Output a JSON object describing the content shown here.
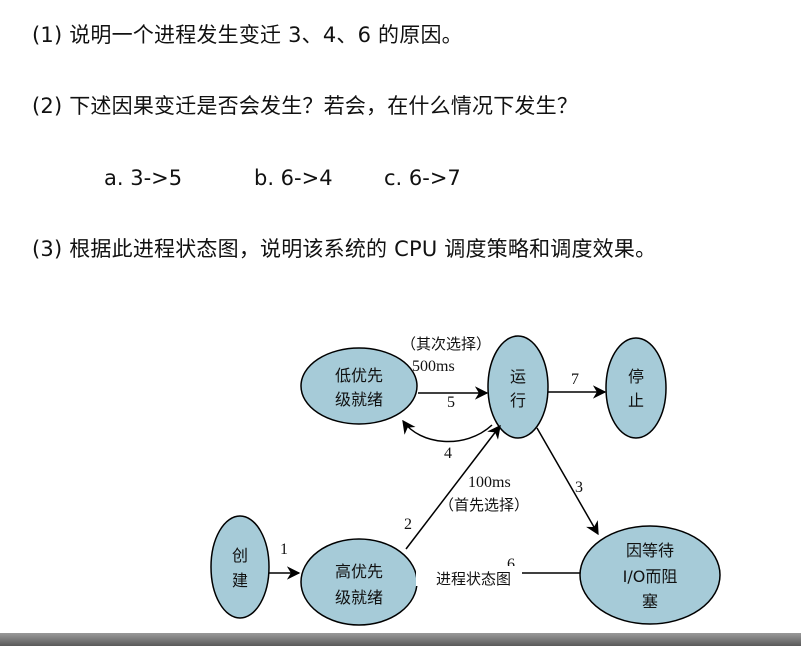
{
  "questions": [
    "(1) 说明一个进程发生变迁 3、4、6 的原因。",
    "(2) 下述因果变迁是否会发生？若会，在什么情况下发生？",
    "(3) 根据此进程状态图，说明该系统的 CPU 调度策略和调度效果。"
  ],
  "options": [
    "a. 3->5",
    "b. 6->4",
    "c. 6->7"
  ],
  "diagram": {
    "nodes": {
      "low_ready": [
        "低优先",
        "级就绪"
      ],
      "running": [
        "运",
        "行"
      ],
      "stop": [
        "停",
        "止"
      ],
      "create": [
        "创",
        "建"
      ],
      "high_ready": [
        "高优先",
        "级就绪"
      ],
      "blocked": [
        "因等待",
        "I/O而阻",
        "塞"
      ]
    },
    "transitions": {
      "t1": "1",
      "t2": "2",
      "t3": "3",
      "t4": "4",
      "t5": "5",
      "t6": "6",
      "t7": "7"
    },
    "notes": {
      "second_choice": "（其次选择）",
      "time_500": "500ms",
      "time_100": "100ms",
      "first_choice": "（首先选择）",
      "caption": "进程状态图"
    },
    "colors": {
      "node_fill": "#a6cbd8",
      "stroke": "#000000"
    }
  }
}
